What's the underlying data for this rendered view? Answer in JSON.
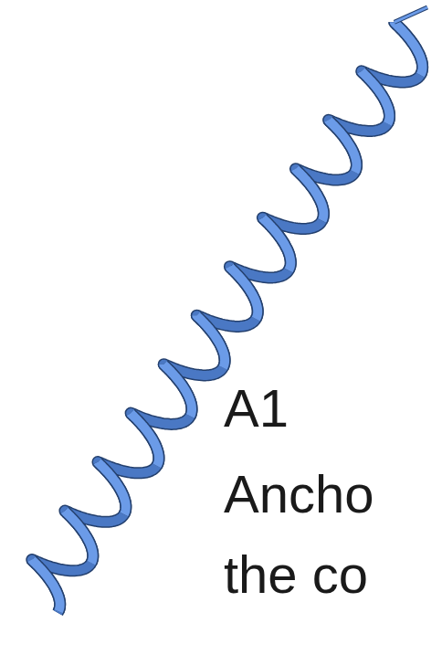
{
  "diagram": {
    "labels": [
      "A1",
      "Ancho",
      "the co"
    ]
  }
}
